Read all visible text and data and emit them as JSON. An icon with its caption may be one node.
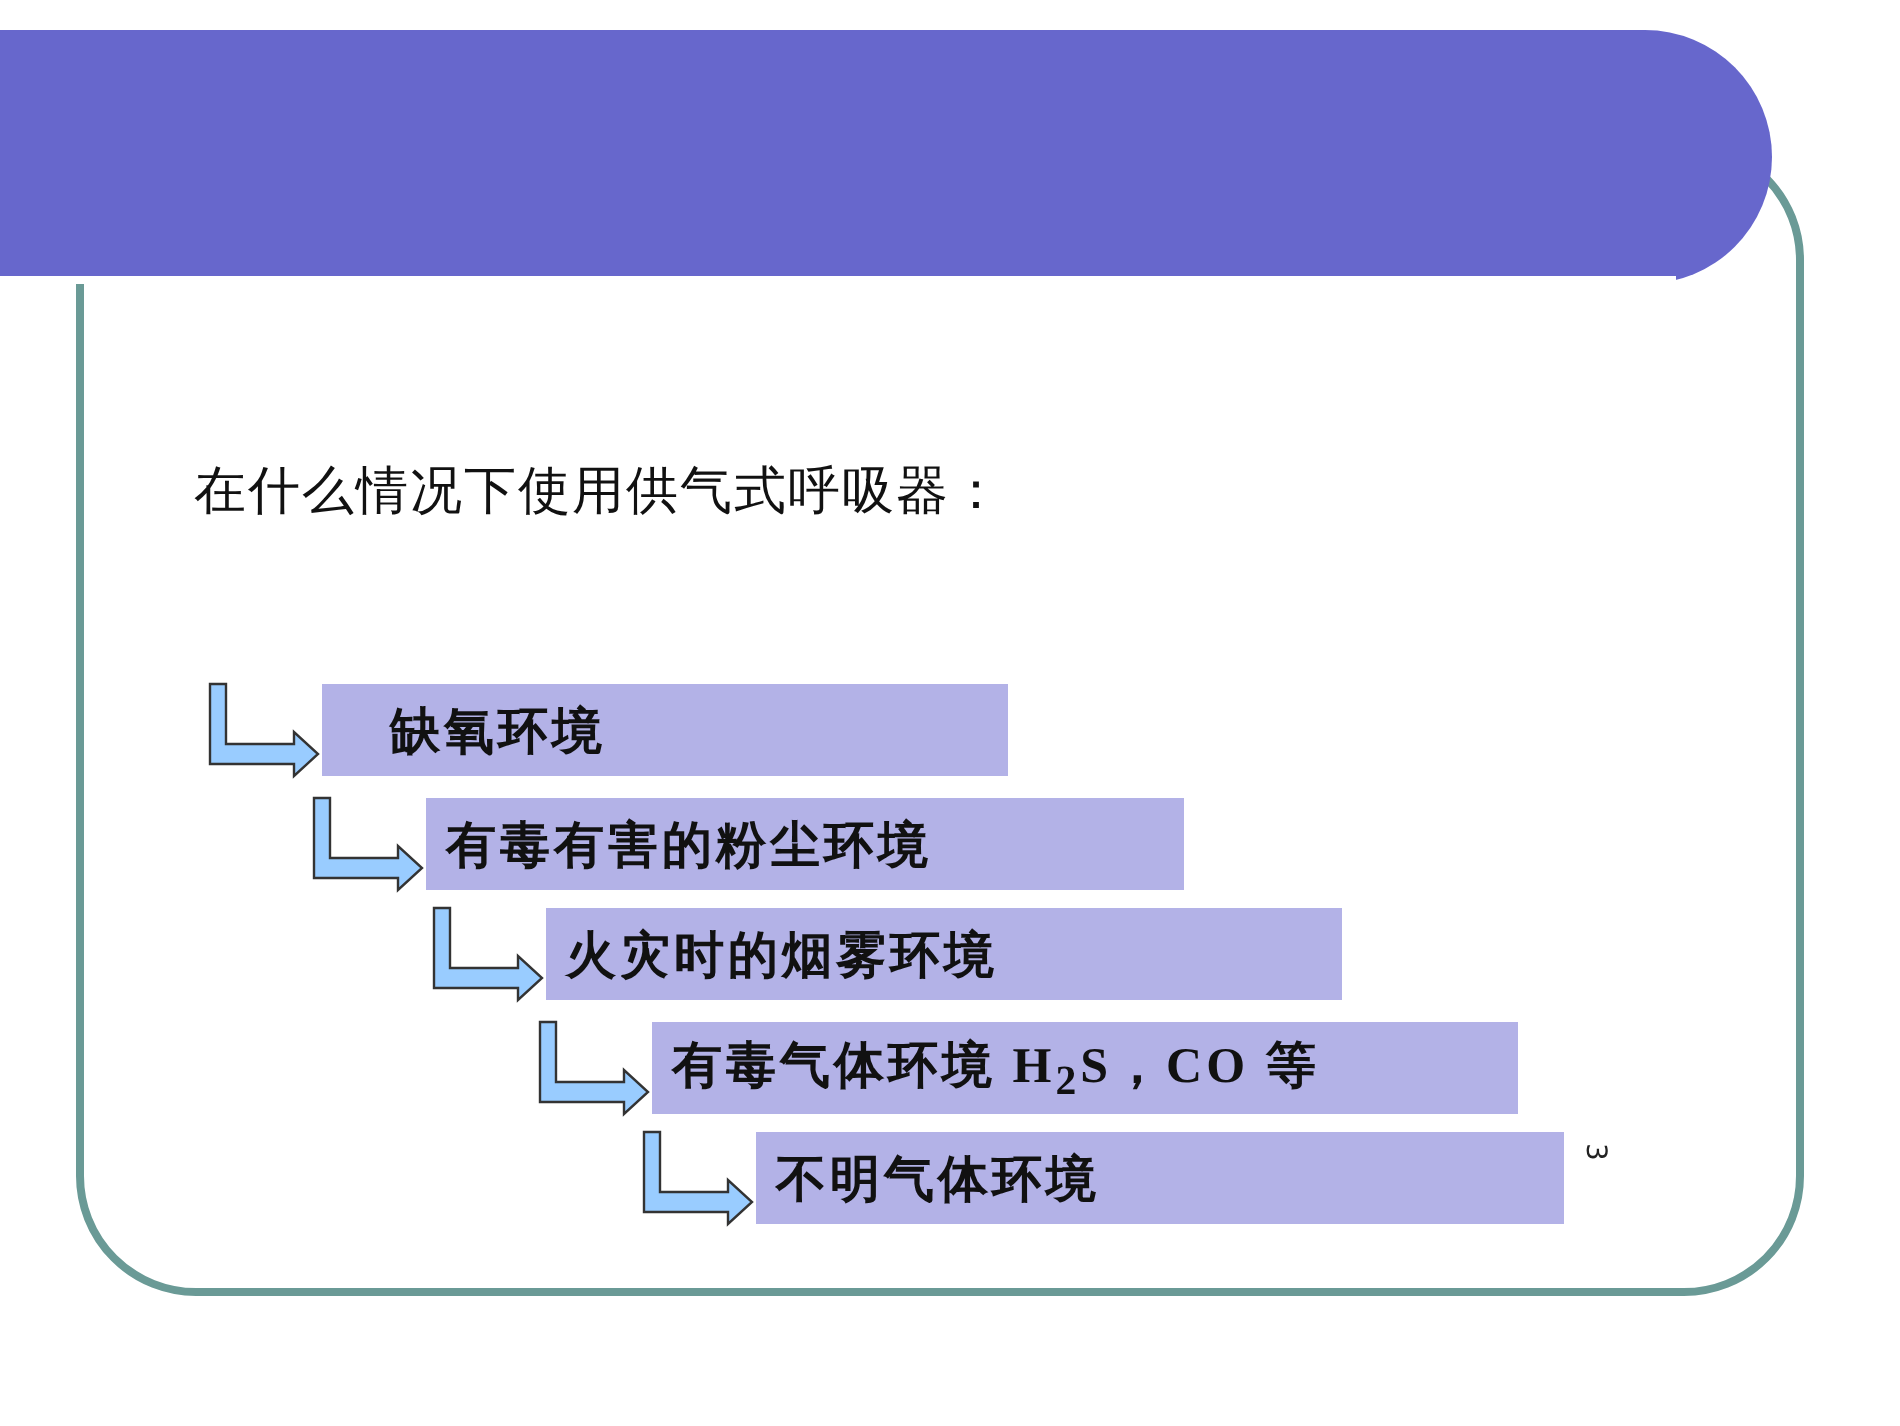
{
  "diagram": {
    "nodes": [
      {
        "text": [
          "缺氧环境"
        ]
      },
      {
        "text": [
          "有毒有害的粉尘环境"
        ]
      },
      {
        "text": [
          "火灾时的烟雾环境"
        ]
      },
      {
        "text": [
          "有毒气体环境 H$_{2}$S，CO 等"
        ]
      },
      {
        "text": [
          "不明气体环境"
        ]
      }
    ],
    "edges": [
      {
        "from": null,
        "to": 0,
        "arrow": "to"
      },
      {
        "from": null,
        "to": 1,
        "arrow": "to"
      },
      {
        "from": null,
        "to": 2,
        "arrow": "to"
      },
      {
        "from": null,
        "to": 3,
        "arrow": "to"
      },
      {
        "from": null,
        "to": 4,
        "arrow": "to"
      }
    ],
    "labels": [
      "在什么情况下使用供气式呼吸器：",
      "3"
    ]
  }
}
